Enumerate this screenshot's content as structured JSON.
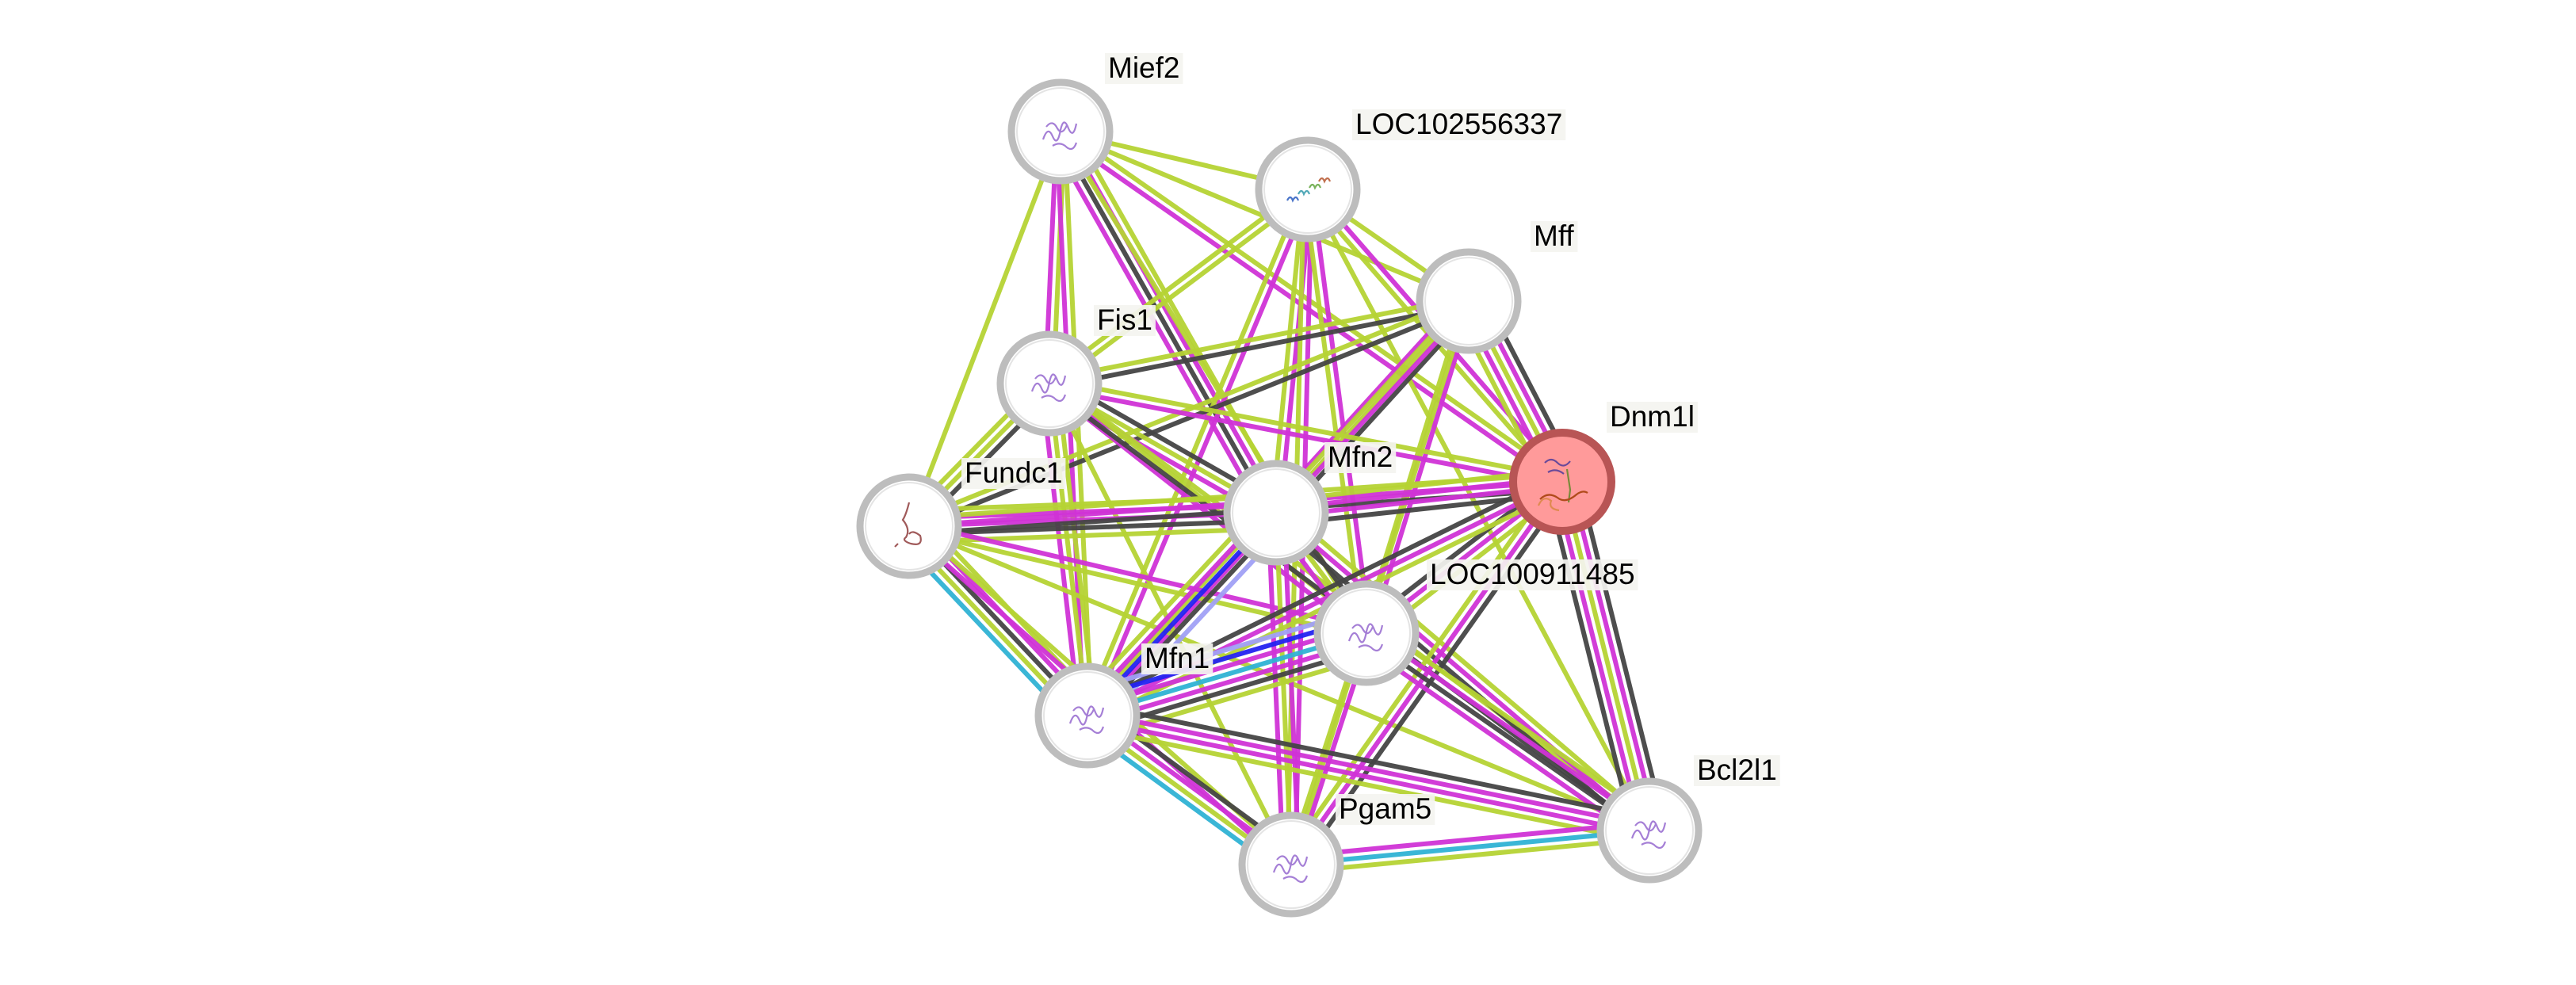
{
  "title": "Protein interaction network",
  "query_node": "Dnm1l",
  "evidence_colors": {
    "textmining": "#b5d334",
    "experiments": "#d033d6",
    "coexpression": "#444444",
    "databases": "#2fb2d4",
    "fusion": "#2323f0",
    "homology": "#a0a0f5"
  },
  "nodes": [
    {
      "id": "Mief2",
      "label": "Mief2",
      "structure": "purple-protein"
    },
    {
      "id": "LOC102556337",
      "label": "LOC102556337",
      "structure": "rainbow-helix"
    },
    {
      "id": "Mff",
      "label": "Mff",
      "structure": "none"
    },
    {
      "id": "Fis1",
      "label": "Fis1",
      "structure": "purple-protein"
    },
    {
      "id": "Dnm1l",
      "label": "Dnm1l",
      "structure": "rainbow-protein"
    },
    {
      "id": "Fundc1",
      "label": "Fundc1",
      "structure": "red-coil"
    },
    {
      "id": "Mfn2",
      "label": "Mfn2",
      "structure": "none"
    },
    {
      "id": "LOC100911485",
      "label": "LOC100911485",
      "structure": "purple-protein"
    },
    {
      "id": "Mfn1",
      "label": "Mfn1",
      "structure": "purple-protein"
    },
    {
      "id": "Pgam5",
      "label": "Pgam5",
      "structure": "purple-protein"
    },
    {
      "id": "Bcl2l1",
      "label": "Bcl2l1",
      "structure": "purple-protein"
    }
  ],
  "edges": [
    {
      "a": "Mief2",
      "b": "LOC102556337",
      "evidence": [
        "textmining"
      ]
    },
    {
      "a": "Mief2",
      "b": "Mff",
      "evidence": [
        "textmining"
      ]
    },
    {
      "a": "Mief2",
      "b": "Dnm1l",
      "evidence": [
        "textmining",
        "experiments"
      ]
    },
    {
      "a": "Mief2",
      "b": "Fundc1",
      "evidence": [
        "textmining"
      ]
    },
    {
      "a": "Mief2",
      "b": "Fis1",
      "evidence": [
        "textmining",
        "experiments"
      ]
    },
    {
      "a": "Mief2",
      "b": "Mfn1",
      "evidence": [
        "textmining",
        "experiments"
      ]
    },
    {
      "a": "Mief2",
      "b": "Mfn2",
      "evidence": [
        "textmining",
        "experiments",
        "coexpression",
        "experiments"
      ]
    },
    {
      "a": "Mief2",
      "b": "LOC100911485",
      "evidence": [
        "textmining"
      ]
    },
    {
      "a": "LOC102556337",
      "b": "Fis1",
      "evidence": [
        "textmining",
        "textmining"
      ]
    },
    {
      "a": "LOC102556337",
      "b": "Mfn1",
      "evidence": [
        "experiments",
        "textmining"
      ]
    },
    {
      "a": "LOC102556337",
      "b": "Mfn2",
      "evidence": [
        "experiments",
        "textmining"
      ]
    },
    {
      "a": "LOC102556337",
      "b": "Pgam5",
      "evidence": [
        "experiments",
        "textmining"
      ]
    },
    {
      "a": "LOC102556337",
      "b": "LOC100911485",
      "evidence": [
        "experiments",
        "textmining"
      ]
    },
    {
      "a": "LOC102556337",
      "b": "Dnm1l",
      "evidence": [
        "experiments",
        "textmining"
      ]
    },
    {
      "a": "LOC102556337",
      "b": "Mff",
      "evidence": [
        "textmining"
      ]
    },
    {
      "a": "LOC102556337",
      "b": "Bcl2l1",
      "evidence": [
        "textmining"
      ]
    },
    {
      "a": "Mff",
      "b": "Fis1",
      "evidence": [
        "coexpression",
        "textmining"
      ]
    },
    {
      "a": "Mff",
      "b": "Fundc1",
      "evidence": [
        "coexpression",
        "textmining"
      ]
    },
    {
      "a": "Mff",
      "b": "Mfn2",
      "evidence": [
        "coexpression",
        "textmining",
        "experiments"
      ]
    },
    {
      "a": "Mff",
      "b": "Dnm1l",
      "evidence": [
        "coexpression",
        "experiments",
        "textmining",
        "experiments",
        "textmining"
      ]
    },
    {
      "a": "Mff",
      "b": "Mfn1",
      "evidence": [
        "experiments",
        "textmining"
      ]
    },
    {
      "a": "Mff",
      "b": "LOC100911485",
      "evidence": [
        "experiments",
        "textmining"
      ]
    },
    {
      "a": "Mff",
      "b": "Pgam5",
      "evidence": [
        "textmining"
      ]
    },
    {
      "a": "Fis1",
      "b": "Dnm1l",
      "evidence": [
        "textmining",
        "experiments"
      ]
    },
    {
      "a": "Fis1",
      "b": "Fundc1",
      "evidence": [
        "coexpression",
        "textmining",
        "textmining"
      ]
    },
    {
      "a": "Fis1",
      "b": "Mfn2",
      "evidence": [
        "coexpression",
        "textmining",
        "experiments"
      ]
    },
    {
      "a": "Fis1",
      "b": "Mfn1",
      "evidence": [
        "textmining",
        "textmining",
        "experiments"
      ]
    },
    {
      "a": "Fis1",
      "b": "LOC100911485",
      "evidence": [
        "textmining",
        "experiments"
      ]
    },
    {
      "a": "Fis1",
      "b": "Bcl2l1",
      "evidence": [
        "textmining",
        "coexpression"
      ]
    },
    {
      "a": "Fis1",
      "b": "Pgam5",
      "evidence": [
        "textmining"
      ]
    },
    {
      "a": "Fundc1",
      "b": "Mfn2",
      "evidence": [
        "textmining",
        "experiments",
        "experiments",
        "coexpression",
        "textmining"
      ]
    },
    {
      "a": "Fundc1",
      "b": "Dnm1l",
      "evidence": [
        "textmining",
        "experiments",
        "coexpression"
      ]
    },
    {
      "a": "Fundc1",
      "b": "Mfn1",
      "evidence": [
        "textmining",
        "experiments",
        "coexpression",
        "textmining",
        "databases"
      ]
    },
    {
      "a": "Fundc1",
      "b": "Pgam5",
      "evidence": [
        "textmining",
        "experiments"
      ]
    },
    {
      "a": "Fundc1",
      "b": "LOC100911485",
      "evidence": [
        "experiments",
        "textmining"
      ]
    },
    {
      "a": "Fundc1",
      "b": "Bcl2l1",
      "evidence": [
        "textmining"
      ]
    },
    {
      "a": "Mfn2",
      "b": "Dnm1l",
      "evidence": [
        "textmining",
        "experiments",
        "experiments",
        "coexpression"
      ]
    },
    {
      "a": "Mfn2",
      "b": "Mfn1",
      "evidence": [
        "homology",
        "coexpression",
        "fusion",
        "experiments",
        "textmining"
      ]
    },
    {
      "a": "Mfn2",
      "b": "LOC100911485",
      "evidence": [
        "coexpression",
        "textmining",
        "experiments"
      ]
    },
    {
      "a": "Mfn2",
      "b": "Pgam5",
      "evidence": [
        "experiments",
        "textmining",
        "experiments"
      ]
    },
    {
      "a": "Mfn2",
      "b": "Bcl2l1",
      "evidence": [
        "textmining",
        "experiments",
        "coexpression"
      ]
    },
    {
      "a": "Dnm1l",
      "b": "LOC100911485",
      "evidence": [
        "textmining",
        "experiments",
        "coexpression"
      ]
    },
    {
      "a": "Dnm1l",
      "b": "Mfn1",
      "evidence": [
        "textmining",
        "experiments",
        "coexpression"
      ]
    },
    {
      "a": "Dnm1l",
      "b": "Pgam5",
      "evidence": [
        "coexpression",
        "experiments",
        "textmining"
      ]
    },
    {
      "a": "Dnm1l",
      "b": "Bcl2l1",
      "evidence": [
        "coexpression",
        "experiments",
        "textmining",
        "experiments",
        "coexpression"
      ]
    },
    {
      "a": "LOC100911485",
      "b": "Mfn1",
      "evidence": [
        "textmining",
        "coexpression",
        "experiments",
        "databases",
        "experiments",
        "fusion",
        "homology"
      ]
    },
    {
      "a": "LOC100911485",
      "b": "Pgam5",
      "evidence": [
        "experiments",
        "textmining"
      ]
    },
    {
      "a": "LOC100911485",
      "b": "Bcl2l1",
      "evidence": [
        "textmining",
        "experiments",
        "coexpression",
        "experiments"
      ]
    },
    {
      "a": "Mfn1",
      "b": "Pgam5",
      "evidence": [
        "coexpression",
        "experiments",
        "textmining",
        "databases"
      ]
    },
    {
      "a": "Mfn1",
      "b": "Bcl2l1",
      "evidence": [
        "coexpression",
        "experiments",
        "experiments",
        "textmining"
      ]
    },
    {
      "a": "Pgam5",
      "b": "Bcl2l1",
      "evidence": [
        "experiments",
        "databases",
        "textmining"
      ]
    }
  ]
}
